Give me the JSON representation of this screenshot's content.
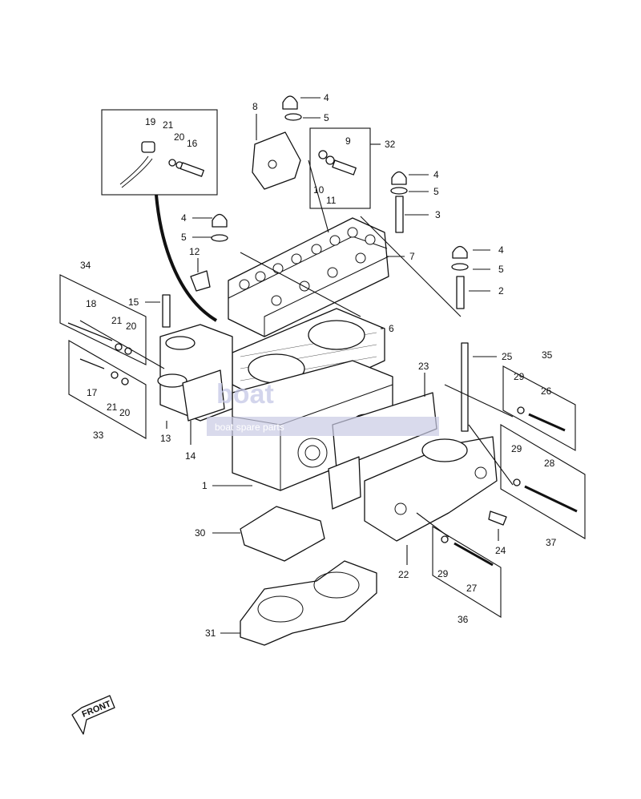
{
  "callouts": {
    "n1": "1",
    "n2": "2",
    "n3": "3",
    "n4a": "4",
    "n4b": "4",
    "n4c": "4",
    "n4d": "4",
    "n5a": "5",
    "n5b": "5",
    "n5c": "5",
    "n5d": "5",
    "n6": "6",
    "n7": "7",
    "n8": "8",
    "n9": "9",
    "n10": "10",
    "n11": "11",
    "n12": "12",
    "n13": "13",
    "n14": "14",
    "n15": "15",
    "n16": "16",
    "n17": "17",
    "n18": "18",
    "n19": "19",
    "n20a": "20",
    "n20b": "20",
    "n20c": "20",
    "n21a": "21",
    "n21b": "21",
    "n21c": "21",
    "n22": "22",
    "n23": "23",
    "n24": "24",
    "n25": "25",
    "n26": "26",
    "n27": "27",
    "n28": "28",
    "n29a": "29",
    "n29b": "29",
    "n29c": "29",
    "n30": "30",
    "n31": "31",
    "n32": "32",
    "n33": "33",
    "n34": "34",
    "n35": "35",
    "n36": "36",
    "n37": "37"
  },
  "front_marker": "FRONT",
  "watermark": {
    "logo": "boat",
    "tagline": "boat spare parts"
  }
}
